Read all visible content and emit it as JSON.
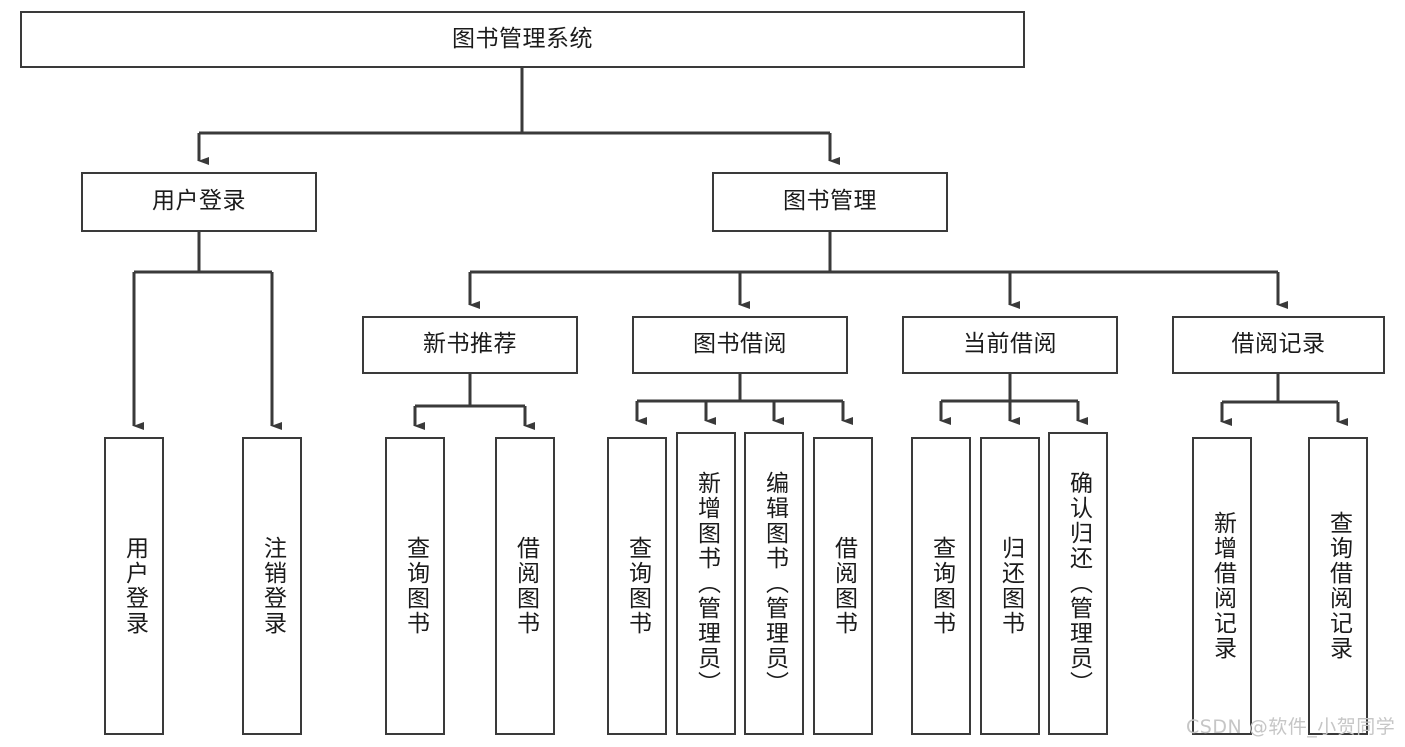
{
  "diagram": {
    "title": "图书管理系统",
    "type": "hierarchy-tree",
    "orientation": "top-down",
    "style": {
      "box_border_color": "#3a3a3a",
      "box_fill_color": "#ffffff",
      "line_color": "#3a3a3a",
      "text_color": "#1b1b1b",
      "background": "#ffffff"
    },
    "root": {
      "id": "root",
      "label": "图书管理系统"
    },
    "level2": [
      {
        "id": "user-login",
        "label": "用户登录"
      },
      {
        "id": "book-manage",
        "label": "图书管理"
      }
    ],
    "level3": [
      {
        "id": "new-book-rec",
        "label": "新书推荐",
        "parent": "book-manage"
      },
      {
        "id": "book-borrow",
        "label": "图书借阅",
        "parent": "book-manage"
      },
      {
        "id": "current-borrow",
        "label": "当前借阅",
        "parent": "book-manage"
      },
      {
        "id": "borrow-record",
        "label": "借阅记录",
        "parent": "book-manage"
      }
    ],
    "leaves": [
      {
        "id": "leaf-user-login",
        "label": "用户登录",
        "parent": "user-login"
      },
      {
        "id": "leaf-logout-login",
        "label": "注销登录",
        "parent": "user-login"
      },
      {
        "id": "leaf-query-book-1",
        "label": "查询图书",
        "parent": "new-book-rec"
      },
      {
        "id": "leaf-borrow-book-1",
        "label": "借阅图书",
        "parent": "new-book-rec"
      },
      {
        "id": "leaf-query-book-2",
        "label": "查询图书",
        "parent": "book-borrow"
      },
      {
        "id": "leaf-add-book",
        "label": "新增图书（管理员）",
        "parent": "book-borrow"
      },
      {
        "id": "leaf-edit-book",
        "label": "编辑图书（管理员）",
        "parent": "book-borrow"
      },
      {
        "id": "leaf-borrow-book-2",
        "label": "借阅图书",
        "parent": "book-borrow"
      },
      {
        "id": "leaf-query-book-3",
        "label": "查询图书",
        "parent": "current-borrow"
      },
      {
        "id": "leaf-return-book",
        "label": "归还图书",
        "parent": "current-borrow"
      },
      {
        "id": "leaf-confirm-return",
        "label": "确认归还（管理员）",
        "parent": "current-borrow"
      },
      {
        "id": "leaf-add-record",
        "label": "新增借阅记录",
        "parent": "borrow-record"
      },
      {
        "id": "leaf-query-record",
        "label": "查询借阅记录",
        "parent": "borrow-record"
      }
    ]
  },
  "watermark": {
    "text": "CSDN @软件_小贺同学"
  }
}
